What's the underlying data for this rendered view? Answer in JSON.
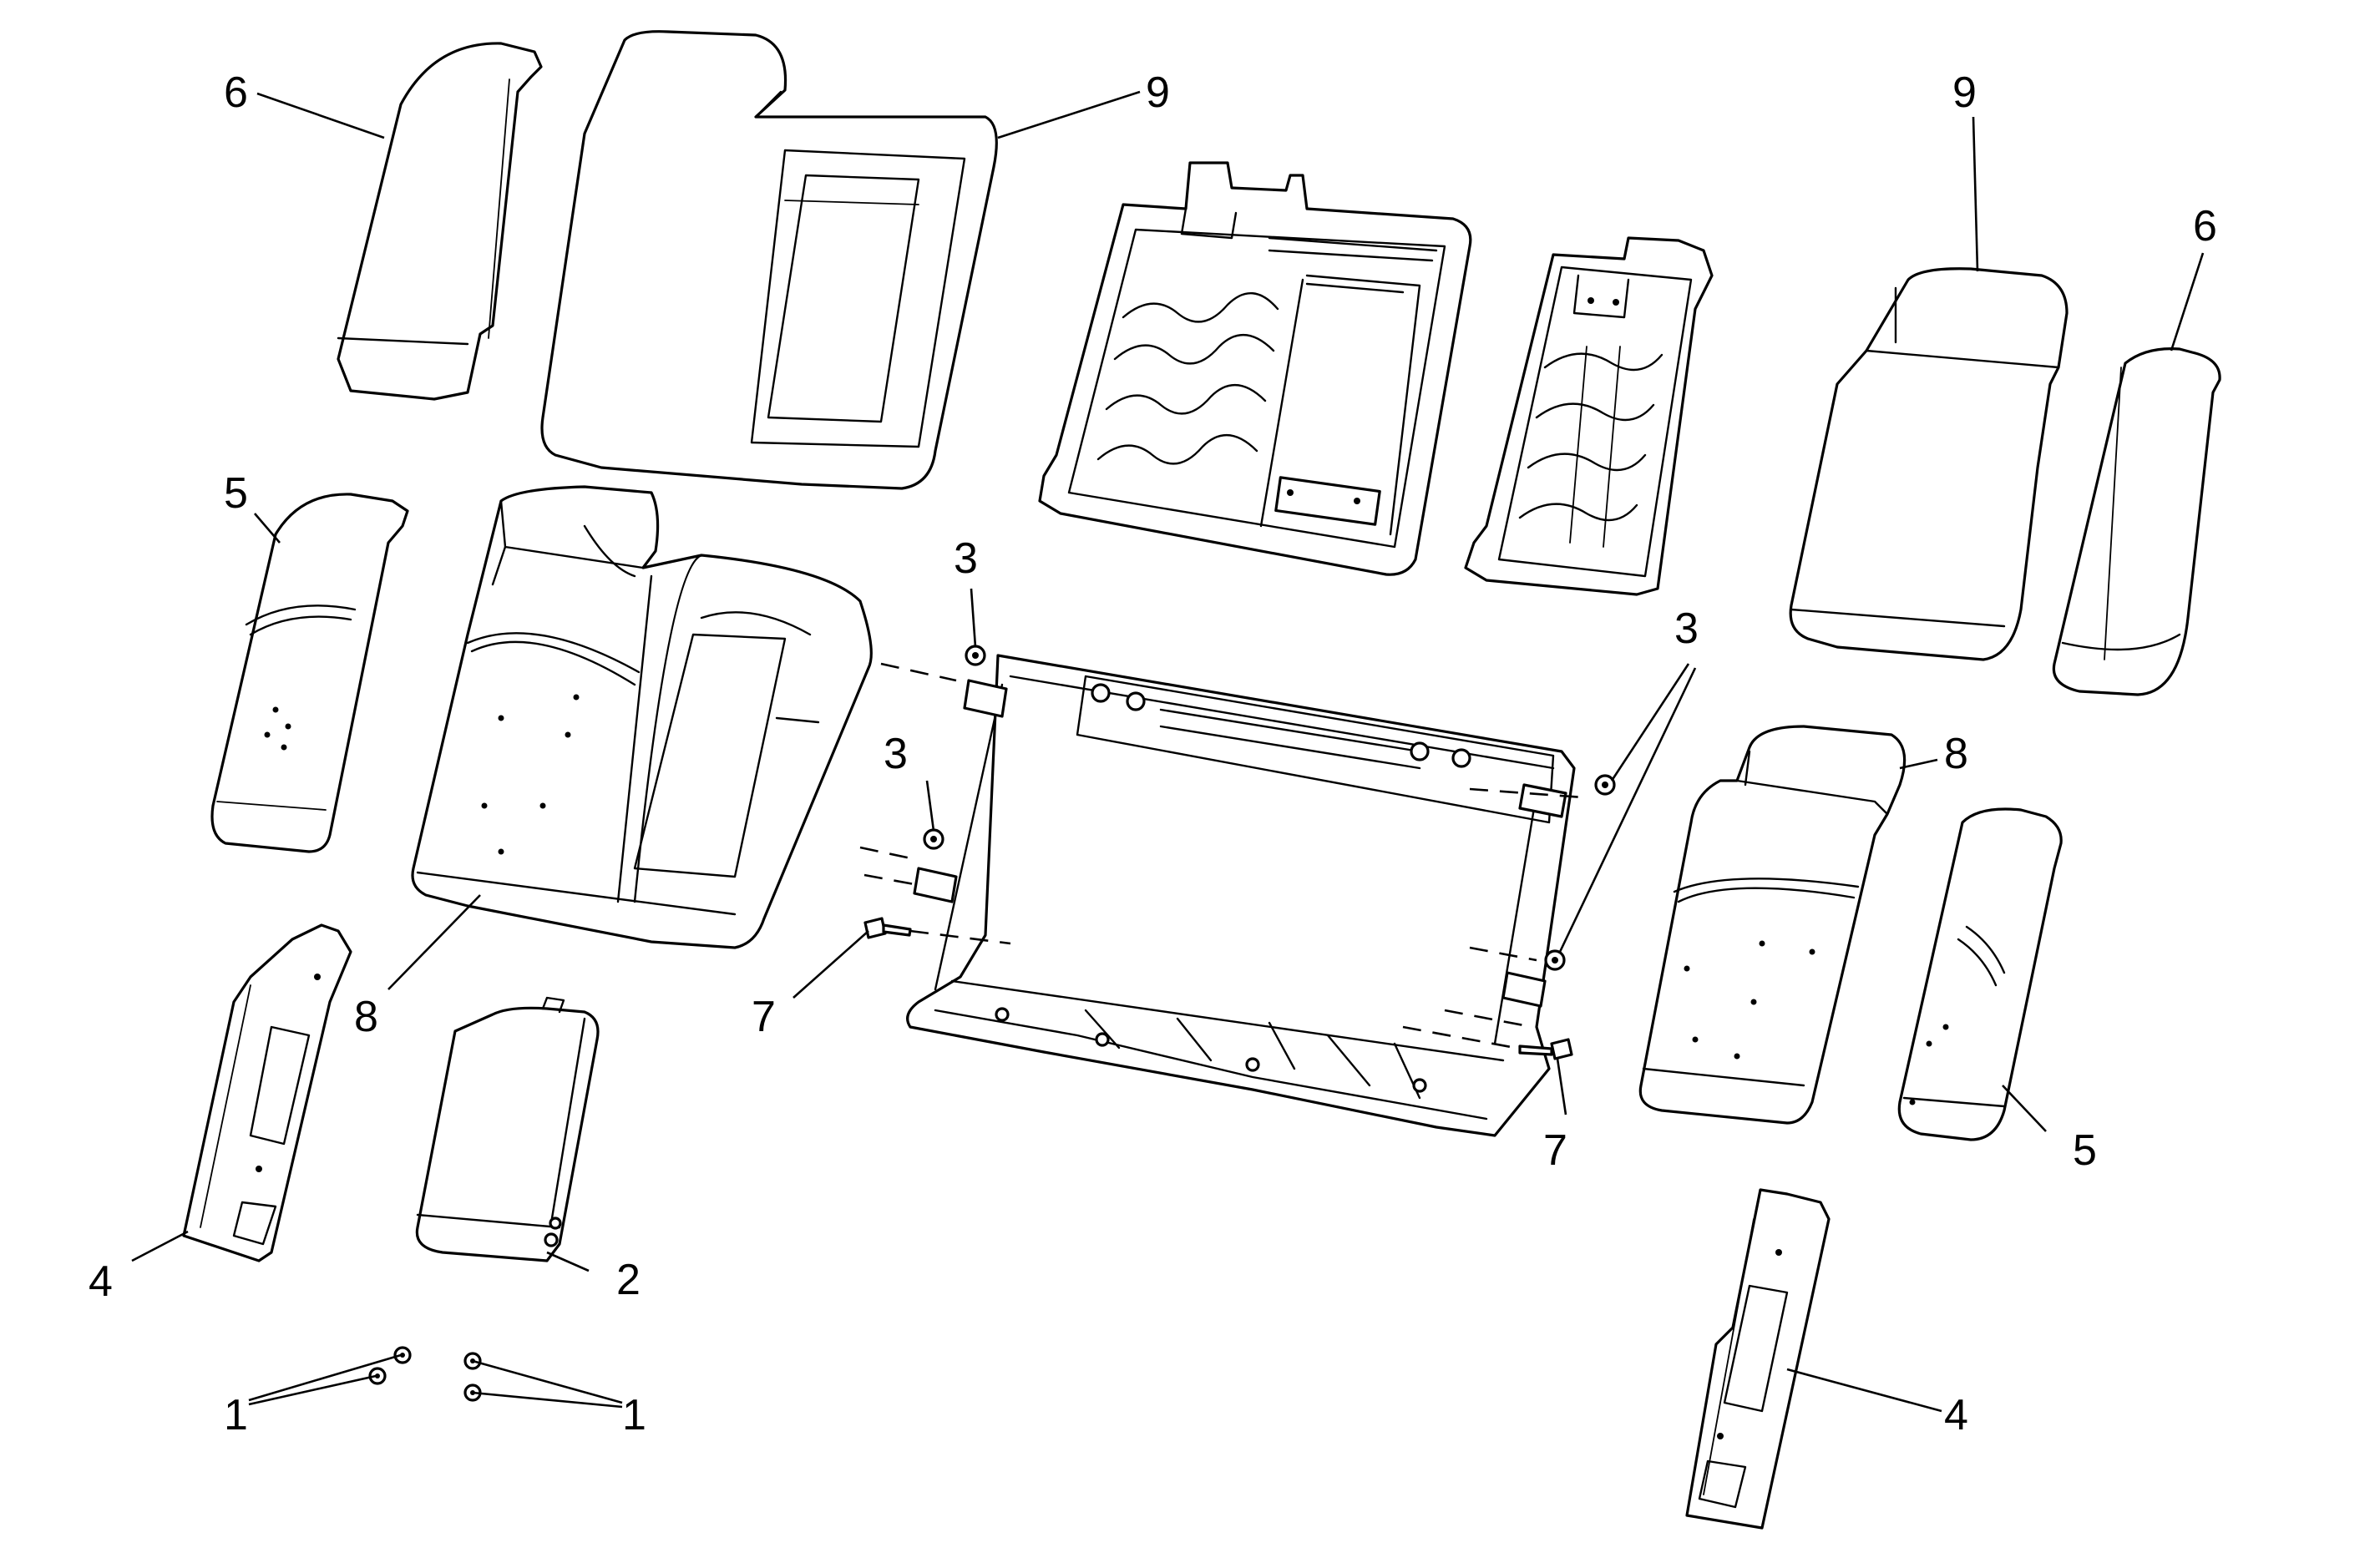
{
  "callouts": {
    "c1a": "1",
    "c1b": "1",
    "c2": "2",
    "c3a": "3",
    "c3b": "3",
    "c3c": "3",
    "c4a": "4",
    "c4b": "4",
    "c5a": "5",
    "c5b": "5",
    "c6a": "6",
    "c6b": "6",
    "c7a": "7",
    "c7b": "7",
    "c8a": "8",
    "c8b": "8",
    "c9a": "9",
    "c9b": "9"
  }
}
